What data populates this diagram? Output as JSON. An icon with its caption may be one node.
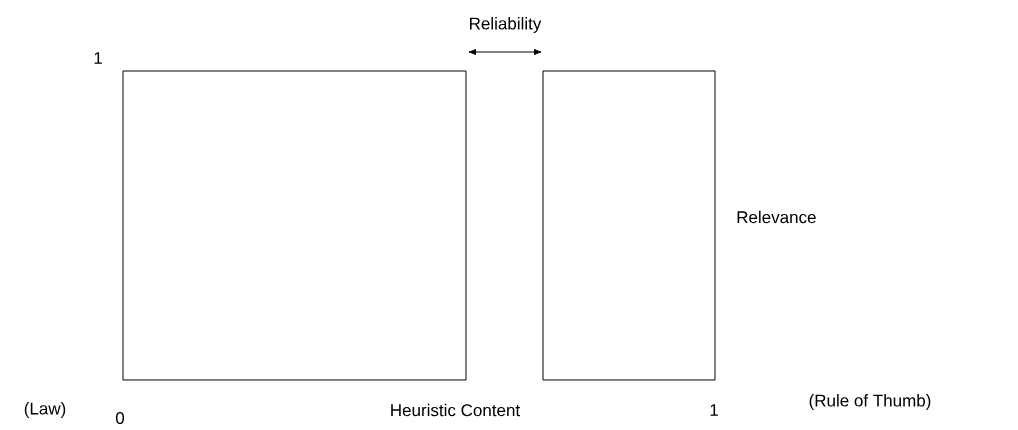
{
  "diagram": {
    "nodes": [
      {
        "text": [],
        "shape": "box"
      },
      {
        "text": [],
        "shape": "box"
      }
    ],
    "labels": [
      "Reliability",
      "1",
      "Relevance",
      "(Law)",
      "0",
      "Heuristic Content",
      "1",
      "(Rule of Thumb)"
    ]
  }
}
